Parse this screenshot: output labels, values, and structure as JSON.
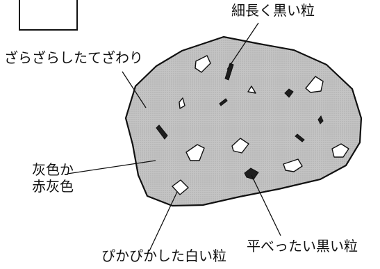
{
  "labels": {
    "rough_texture": "ざらざらしたてざわり",
    "color_line1": "灰色か",
    "color_line2": "赤灰色",
    "long_black_grains": "細長く黒い粒",
    "flat_black_grains": "平べったい黒い粒",
    "shiny_white_grains": "ぴかぴかした白い粒"
  },
  "colors": {
    "rock_fill": "#bdbdbd",
    "outline": "#111111",
    "white_grain": "#ffffff",
    "black_grain": "#1e1e1e",
    "background": "#ffffff"
  }
}
